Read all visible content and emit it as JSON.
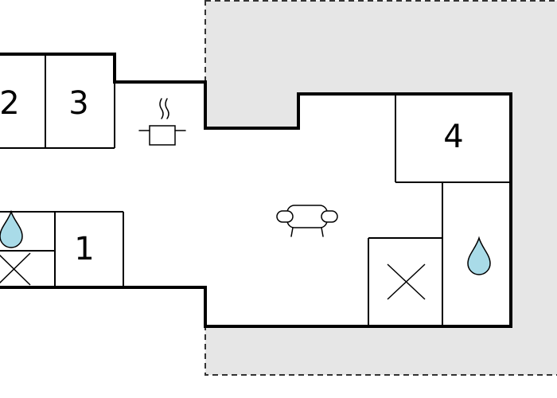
{
  "colors": {
    "background": "#ffffff",
    "terrace_fill": "#e6e6e6",
    "terrace_border": "#333333",
    "wall": "#000000",
    "water_drop": "#a9dbe8"
  },
  "rooms": {
    "room_1": {
      "number": "1"
    },
    "room_2": {
      "number": "2"
    },
    "room_3": {
      "number": "3"
    },
    "room_4": {
      "number": "4"
    }
  },
  "icons": {
    "kitchen": "cooking-pot-icon",
    "living": "sofa-icon",
    "shower": "water-drop-icon",
    "toilet": "cross-mark-icon"
  }
}
